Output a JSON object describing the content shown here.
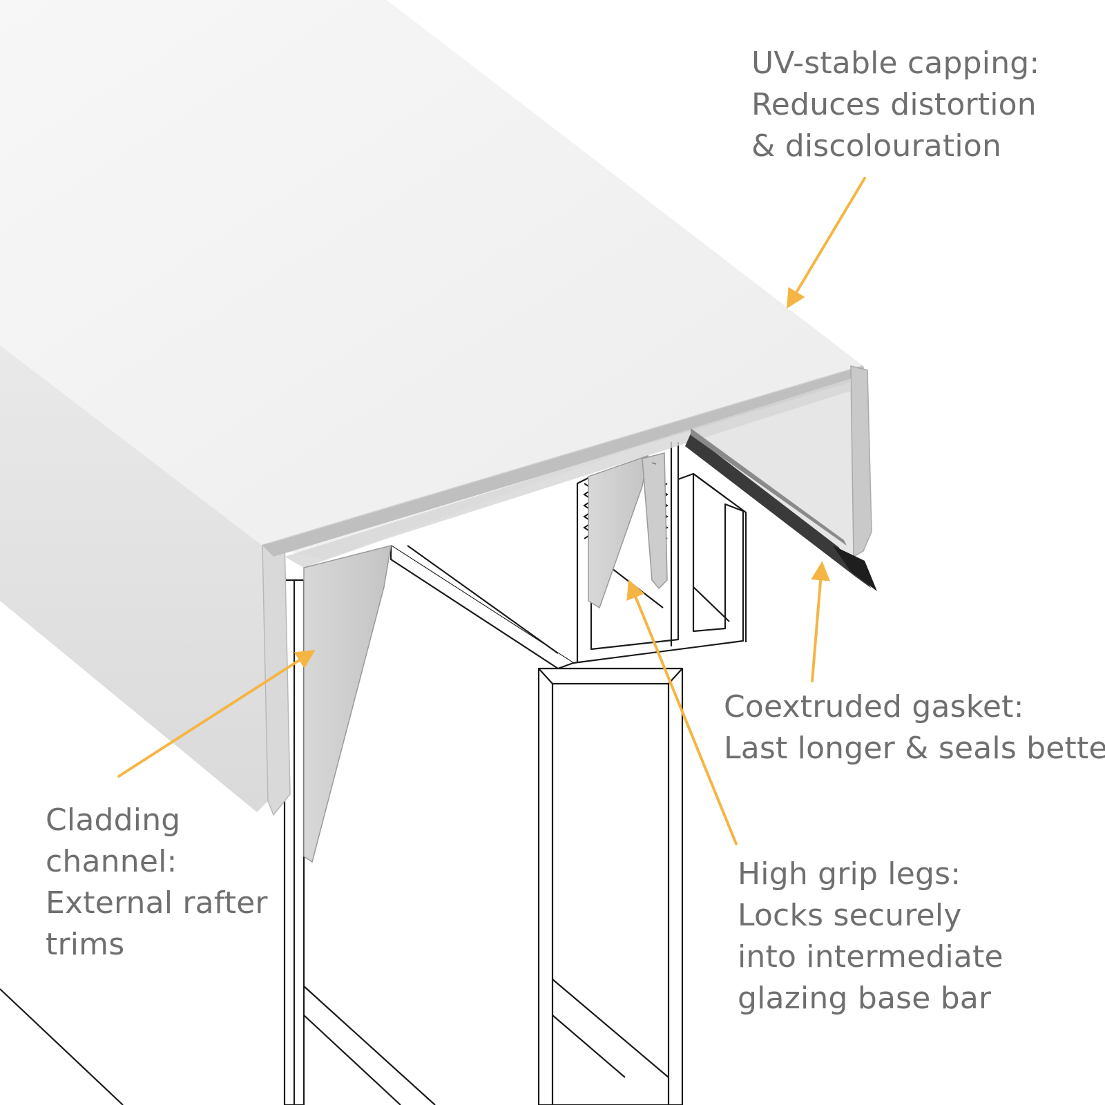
{
  "callouts": {
    "uv_capping": {
      "lines": [
        "UV-stable capping:",
        "Reduces distortion",
        "& discolouration"
      ]
    },
    "gasket": {
      "lines": [
        "Coextruded gasket:",
        "Last longer & seals better"
      ]
    },
    "grip_legs": {
      "lines": [
        "High grip legs:",
        "Locks securely",
        "into intermediate",
        "glazing base bar"
      ]
    },
    "cladding": {
      "lines": [
        "Cladding",
        "channel:",
        "External rafter",
        "trims"
      ]
    }
  },
  "colors": {
    "arrow": "#f5b544",
    "label_text": "#6f6f6f",
    "outline": "#1a1a1a",
    "cap_top": "#f3f3f3",
    "cap_side": "#e2e2e2",
    "cap_inner": "#cfcfcf",
    "gasket": "#3a3a3a"
  }
}
